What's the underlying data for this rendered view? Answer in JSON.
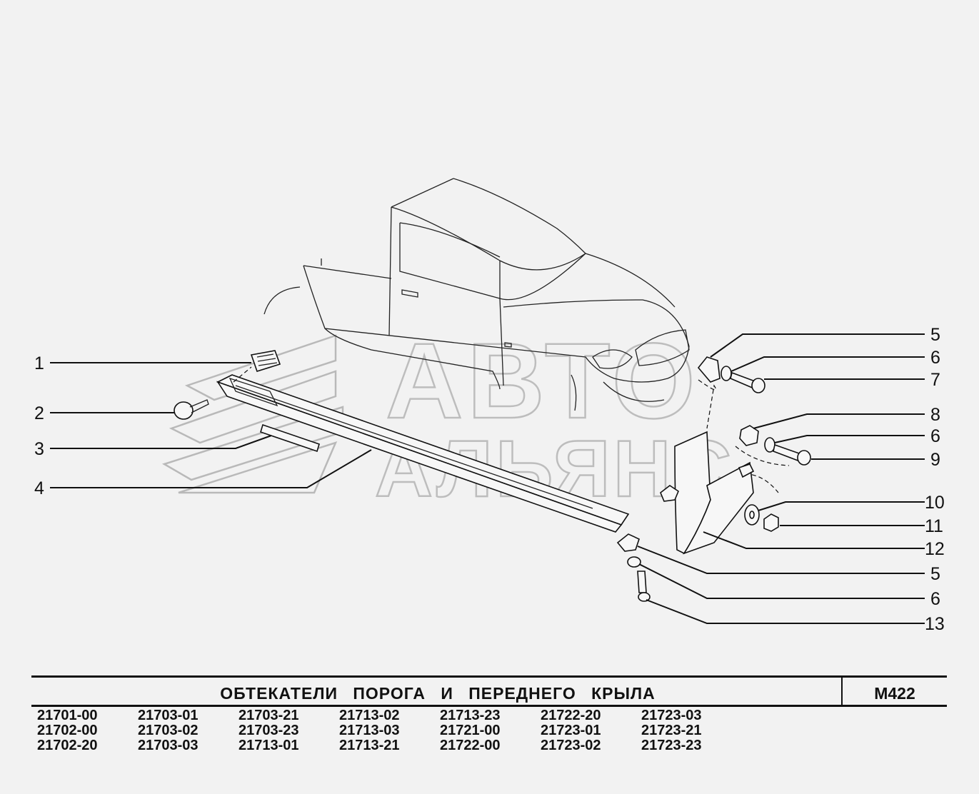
{
  "title": "ОБТЕКАТЕЛИ ПОРОГА И ПЕРЕДНЕГО КРЫЛА",
  "model_code": "M422",
  "watermark": {
    "line1": "АВТО",
    "line2": "АЛЬЯНС"
  },
  "callouts_left": [
    "1",
    "2",
    "3",
    "4"
  ],
  "callouts_right": [
    "5",
    "6",
    "7",
    "8",
    "6",
    "9",
    "10",
    "11",
    "12",
    "5",
    "6",
    "13"
  ],
  "variants": [
    "21701-00",
    "21703-01",
    "21703-21",
    "21713-02",
    "21713-23",
    "21722-20",
    "21723-03",
    "21702-00",
    "21703-02",
    "21703-23",
    "21713-03",
    "21721-00",
    "21723-01",
    "21723-21",
    "21702-20",
    "21703-03",
    "21713-01",
    "21713-21",
    "21722-00",
    "21723-02",
    "21723-23"
  ]
}
